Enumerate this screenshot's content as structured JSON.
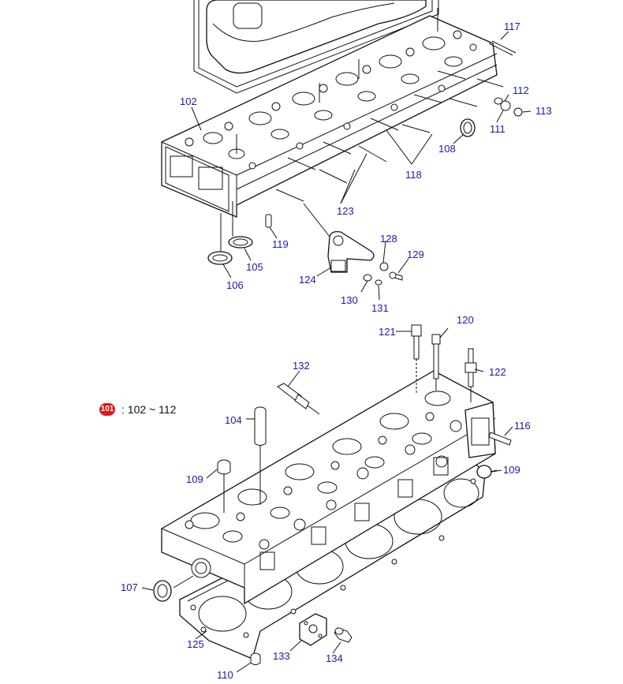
{
  "note": {
    "badge": "101",
    "range": ": 102 ~ 112"
  },
  "labels": {
    "l117": "117",
    "l102": "102",
    "l112": "112",
    "l113": "113",
    "l111": "111",
    "l108": "108",
    "l118": "118",
    "l123": "123",
    "l119": "119",
    "l105": "105",
    "l106": "106",
    "l128": "128",
    "l129": "129",
    "l124": "124",
    "l130": "130",
    "l131": "131",
    "l121": "121",
    "l120": "120",
    "l122": "122",
    "l132": "132",
    "l104": "104",
    "l116": "116",
    "l109a": "109",
    "l109b": "109",
    "l107": "107",
    "l125": "125",
    "l133": "133",
    "l134": "134",
    "l110": "110"
  }
}
